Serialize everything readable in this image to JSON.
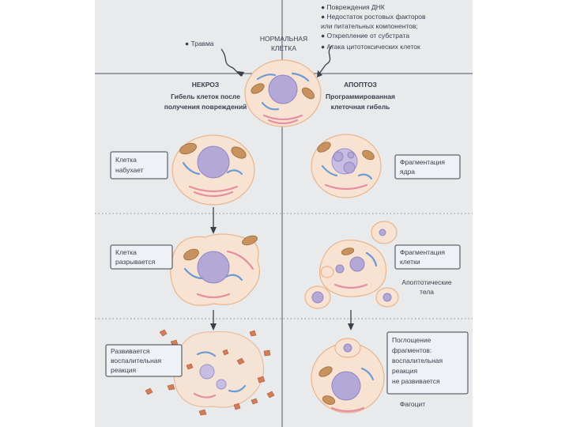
{
  "top_left": {
    "trigger": "● Травма"
  },
  "top_right": {
    "triggers": [
      "● Повреждения ДНК",
      "● Недостаток ростовых факторов",
      "   или питательных компонентов;",
      "● Открепление от субстрата",
      "● Атака цитотоксических клеток"
    ]
  },
  "normal_cell": {
    "label_line1": "НОРМАЛЬНАЯ",
    "label_line2": "КЛЕТКА"
  },
  "necrosis": {
    "title": "НЕКРОЗ",
    "subtitle_line1": "Гибель клеток после",
    "subtitle_line2": "получения повреждений",
    "steps": [
      {
        "line1": "Клетка",
        "line2": "набухает",
        "line3": ""
      },
      {
        "line1": "Клетка",
        "line2": "разрывается",
        "line3": ""
      },
      {
        "line1": "Развивается",
        "line2": "воспалительная",
        "line3": "реакция"
      }
    ]
  },
  "apoptosis": {
    "title": "АПОПТОЗ",
    "subtitle_line1": "Программированная",
    "subtitle_line2": "клеточная гибель",
    "steps": [
      {
        "line1": "Фрагментация",
        "line2": "ядра"
      },
      {
        "line1": "Фрагментация",
        "line2": "клетки"
      }
    ],
    "apoptotic_bodies_line1": "Апоптотические",
    "apoptotic_bodies_line2": "тела",
    "engulf_lines": [
      "Поглощение",
      "фрагментов:",
      "воспалительная",
      "реакция",
      "не развивается"
    ],
    "phagocyte": "Фагоцит"
  },
  "colors": {
    "background": "#e9eaec",
    "cell_fill": "#f8e3d3",
    "nucleus": "#b3a8d6",
    "er_blue": "#6b9ad4",
    "er_red": "#e48fa1",
    "mitochondria": "#c8925f"
  }
}
